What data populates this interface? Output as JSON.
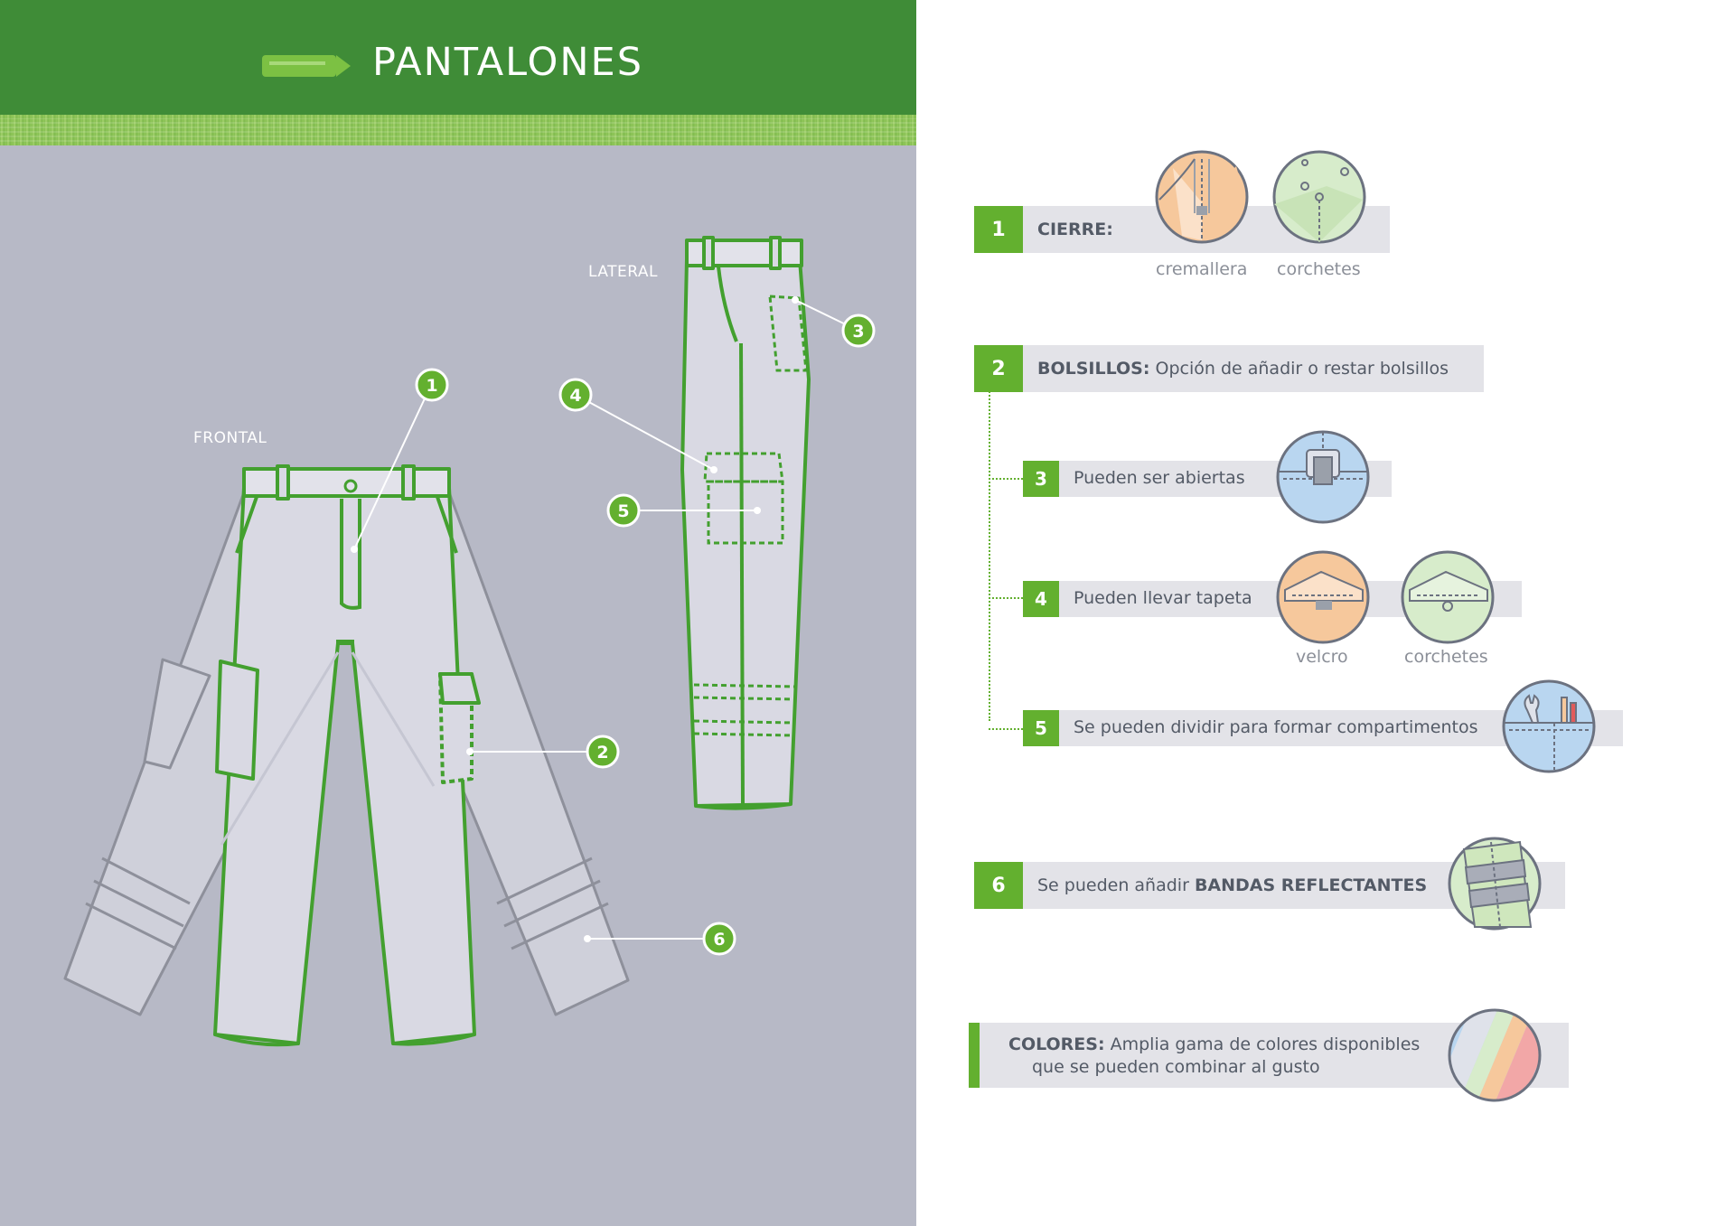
{
  "header": {
    "title": "PANTALONES"
  },
  "views": {
    "frontal": "FRONTAL",
    "lateral": "LATERAL"
  },
  "callouts": [
    "1",
    "2",
    "3",
    "4",
    "5",
    "6"
  ],
  "features": {
    "cierre": {
      "num": "1",
      "label": "CIERRE:",
      "options": [
        "cremallera",
        "corchetes"
      ]
    },
    "bolsillos": {
      "num": "2",
      "label": "BOLSILLOS:",
      "text": " Opción de añadir o restar bolsillos"
    },
    "abiertas": {
      "num": "3",
      "text": "Pueden ser abiertas"
    },
    "tapeta": {
      "num": "4",
      "text": "Pueden llevar tapeta",
      "options": [
        "velcro",
        "corchetes"
      ]
    },
    "compartimentos": {
      "num": "5",
      "text": "Se pueden dividir para formar compartimentos"
    },
    "bandas": {
      "num": "6",
      "text_pre": "Se pueden añadir ",
      "text_bold": "BANDAS REFLECTANTES"
    },
    "colores": {
      "label": "COLORES:",
      "text_line1": " Amplia gama de colores disponibles",
      "text_line2": "que se pueden combinar al gusto"
    }
  },
  "colors": {
    "green": "#63b02f",
    "header_green": "#3f8c37",
    "panel_gray": "#b7b9c6",
    "bar_gray": "#e3e3e8",
    "text": "#535a66"
  }
}
